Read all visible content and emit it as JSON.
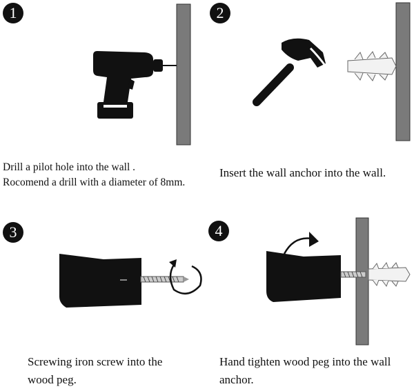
{
  "steps": [
    {
      "number": "1",
      "icon": "cordless-drill-icon",
      "caption_lines": [
        "Drill a pilot hole into the wall .",
        "Rocomend a drill with a diameter of 8mm."
      ]
    },
    {
      "number": "2",
      "icon": "hammer-icon",
      "caption_lines": [
        "Insert the wall anchor  into the wall."
      ]
    },
    {
      "number": "3",
      "icon": "wood-peg-screw-icon",
      "caption_lines": [
        "Screwing iron screw into the",
        "wood peg."
      ]
    },
    {
      "number": "4",
      "icon": "wood-peg-anchor-icon",
      "caption_lines": [
        "Hand tighten wood peg into the wall",
        "anchor."
      ]
    }
  ],
  "colors": {
    "wall": "#7a7a7a",
    "ink": "#111111",
    "anchor": "#d9d9d9"
  }
}
